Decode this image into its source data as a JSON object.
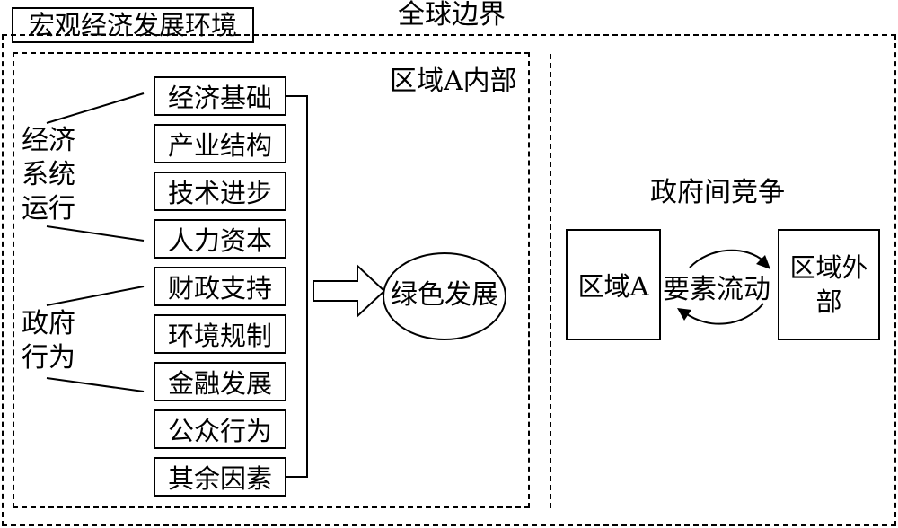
{
  "outer": {
    "macro_env_label": "宏观经济发展环境",
    "global_boundary_label": "全球边界"
  },
  "region_a_internal": {
    "label": "区域A内部",
    "economic_group_label": "经济系统运行",
    "government_group_label": "政府行为",
    "factors": [
      "经济基础",
      "产业结构",
      "技术进步",
      "人力资本",
      "财政支持",
      "环境规制",
      "金融发展",
      "公众行为",
      "其余因素"
    ],
    "outcome": "绿色发展"
  },
  "external": {
    "competition_label": "政府间竞争",
    "region_a_label": "区域A",
    "flow_label": "要素流动",
    "region_outside_label": "区域外部"
  }
}
